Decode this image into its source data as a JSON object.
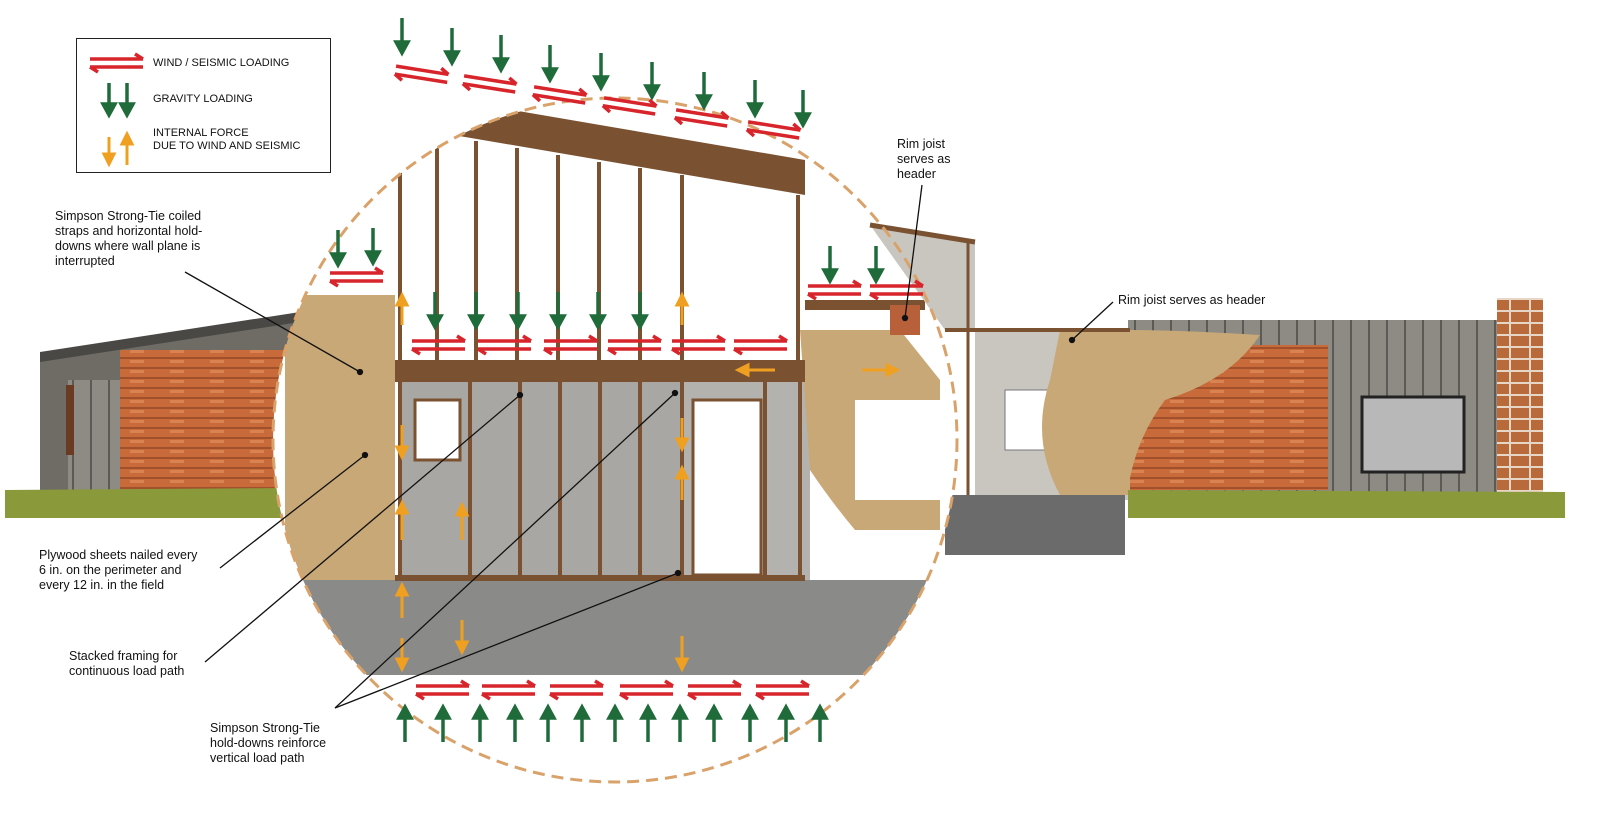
{
  "legend": {
    "wind_seismic": "WIND / SEISMIC LOADING",
    "gravity": "GRAVITY LOADING",
    "internal_force": "INTERNAL FORCE\nDUE TO WIND AND SEISMIC",
    "icons": [
      "wind-seismic-arrows-icon",
      "gravity-arrows-icon",
      "internal-force-arrows-icon"
    ]
  },
  "callouts": {
    "coiled_straps": "Simpson Strong-Tie coiled\nstraps and horizontal hold-\ndowns where wall plane is\ninterrupted",
    "rim_joist_left": "Rim joist\nserves as\nheader",
    "rim_joist_right": "Rim joist serves as header",
    "plywood": "Plywood sheets nailed every\n6 in. on the perimeter and\nevery 12 in. in the field",
    "stacked_framing": "Stacked framing for\ncontinuous load path",
    "hold_downs": "Simpson Strong-Tie\nhold-downs reinforce\nvertical load path"
  },
  "colors": {
    "wind_seismic": "#d7252b",
    "gravity": "#1f6b3a",
    "internal_force": "#f0a020",
    "magnifier_outline": "#d9a26a",
    "plywood": "#c9a878",
    "cedar_siding": "#c86a3a",
    "metal_siding": "#8c8a82",
    "framing": "#7a5232",
    "grass": "#8a9a3a"
  }
}
